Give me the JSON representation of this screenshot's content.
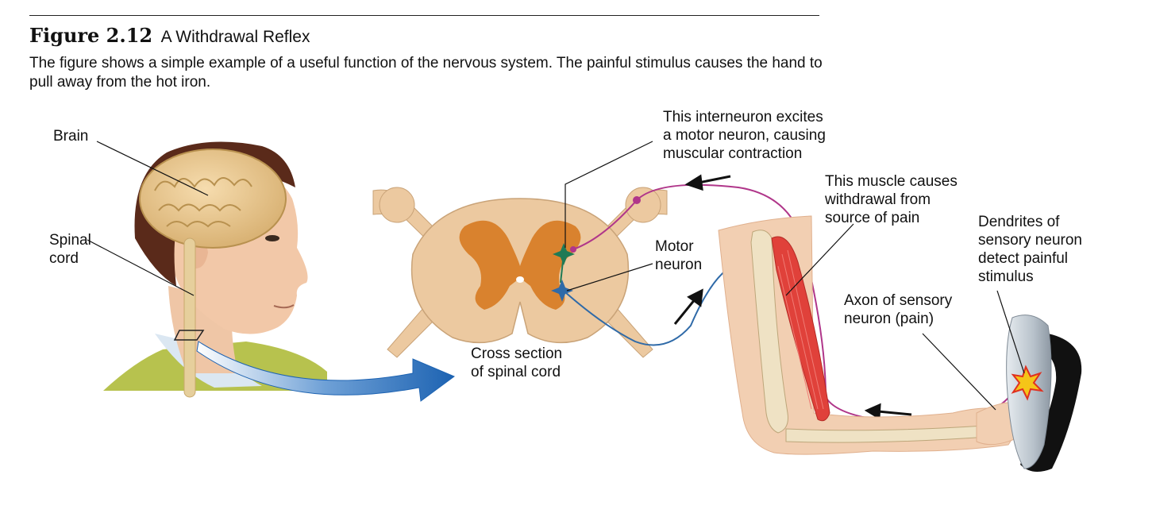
{
  "figure": {
    "number": "Figure 2.12",
    "title": "A Withdrawal Reflex",
    "caption": "The figure shows a simple example of a useful function of the nervous system. The painful stimulus causes the hand to pull away from the hot iron."
  },
  "labels": {
    "brain": "Brain",
    "spinal_cord_1": "Spinal",
    "spinal_cord_2": "cord",
    "interneuron_1": "This interneuron excites",
    "interneuron_2": "a motor neuron, causing",
    "interneuron_3": "muscular contraction",
    "muscle_1": "This muscle causes",
    "muscle_2": "withdrawal from",
    "muscle_3": "source of pain",
    "motor_1": "Motor",
    "motor_2": "neuron",
    "dendrites_1": "Dendrites of",
    "dendrites_2": "sensory neuron",
    "dendrites_3": "detect painful",
    "dendrites_4": "stimulus",
    "axon_1": "Axon of sensory",
    "axon_2": "neuron (pain)",
    "cross_1": "Cross section",
    "cross_2": "of spinal cord"
  },
  "colors": {
    "sensory_neuron": "#b0368a",
    "motor_neuron": "#2f6aa8",
    "interneuron": "#1f7a55",
    "arrow_blue": "#1d63b2",
    "skin": "#f2c8a8",
    "brain": "#e9c88e",
    "gray_matter": "#d9822e",
    "white_matter": "#ecc9a0",
    "muscle": "#e0413a",
    "bone": "#efe2c4"
  }
}
